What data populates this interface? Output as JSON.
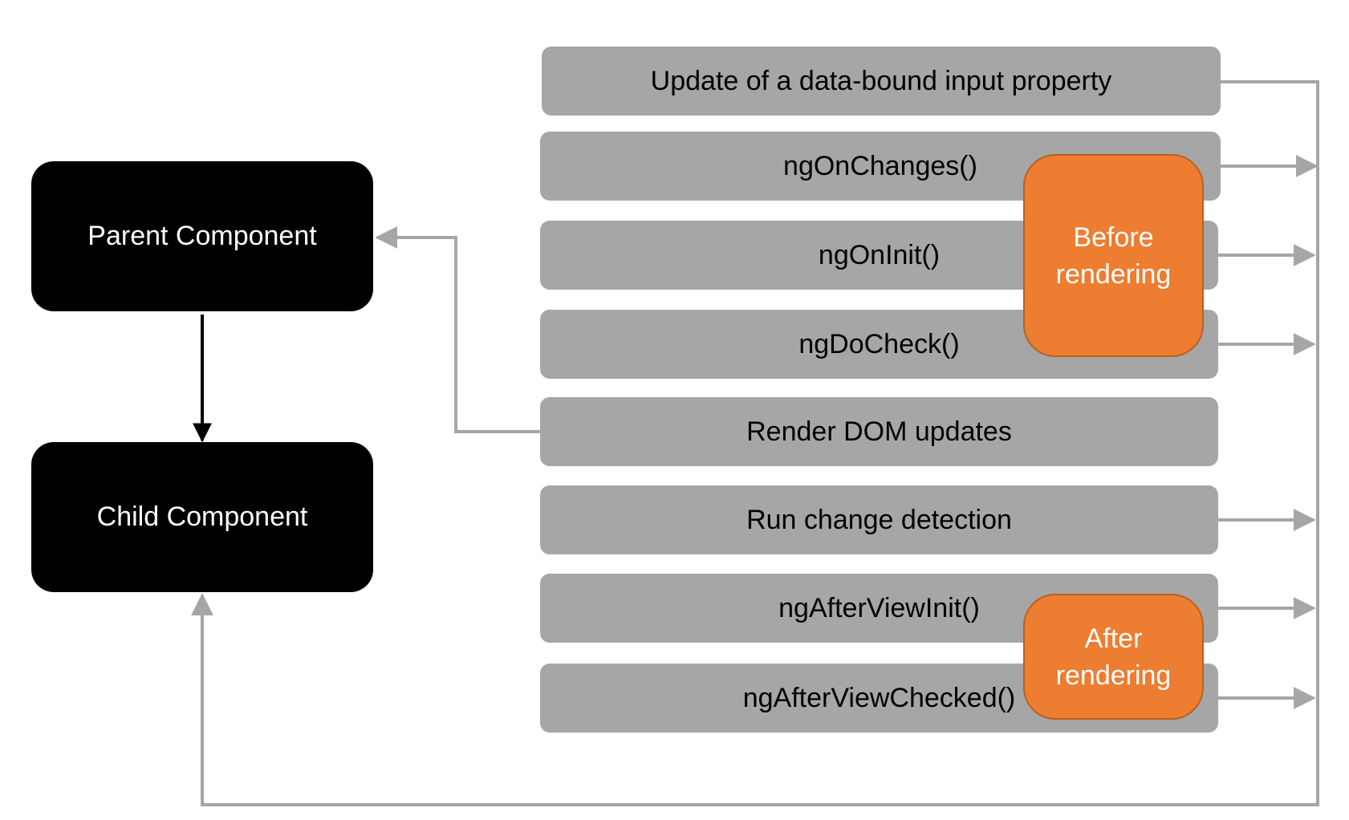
{
  "components": {
    "parent": "Parent Component",
    "child": "Child Component"
  },
  "steps": [
    "Update of a data-bound input property",
    "ngOnChanges()",
    "ngOnInit()",
    "ngDoCheck()",
    "Render DOM updates",
    "Run change detection",
    "ngAfterViewInit()",
    "ngAfterViewChecked()"
  ],
  "phases": {
    "before": [
      "Before",
      "rendering"
    ],
    "after": [
      "After",
      "rendering"
    ]
  },
  "colors": {
    "component_fill": "#000000",
    "step_fill": "#a6a6a6",
    "phase_fill": "#ed7d31",
    "connector": "#a6a6a6",
    "component_arrow": "#000000"
  }
}
